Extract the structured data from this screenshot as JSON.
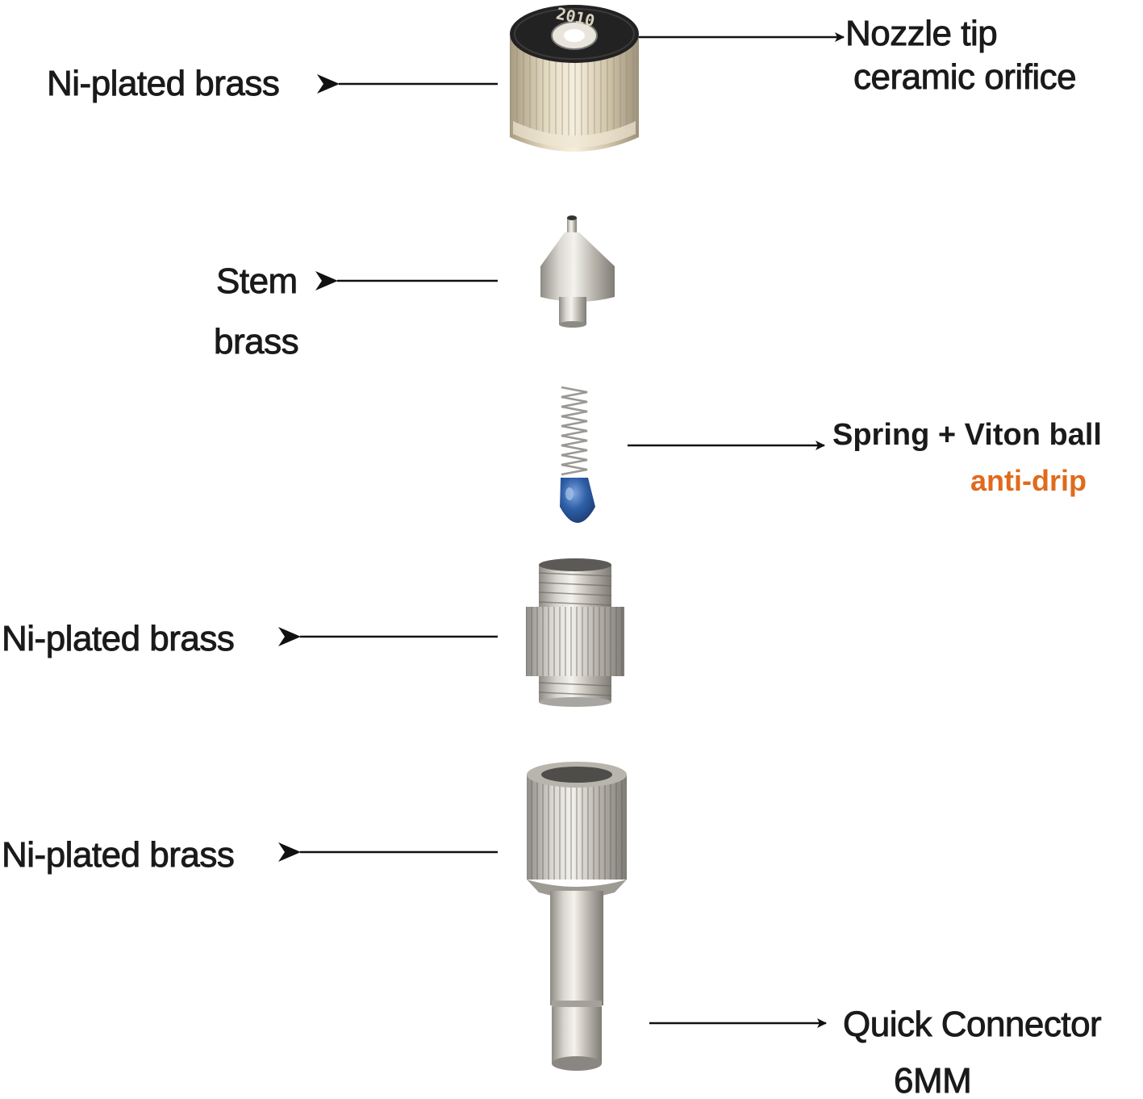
{
  "labels": {
    "nozzle_material": "Ni-plated brass",
    "nozzle_tip_line1": "Nozzle tip",
    "nozzle_tip_line2": "ceramic  orifice",
    "nozzle_engraving": "2010",
    "stem_line1": "Stem",
    "stem_line2": "brass",
    "spring_line1": "Spring + Viton ball",
    "spring_line2": "anti-drip",
    "body_material": "Ni-plated brass",
    "connector_material": "Ni-plated brass",
    "quick_connector_line1": "Quick Connector",
    "quick_connector_line2": "6MM"
  },
  "colors": {
    "text": "#1a1a1a",
    "accent": "#e06a1b",
    "metal_light": "#e4e1da",
    "metal_dark": "#8c8a85",
    "brass_cap": "#d8ceb6",
    "ball_blue": "#2f5fa8"
  }
}
